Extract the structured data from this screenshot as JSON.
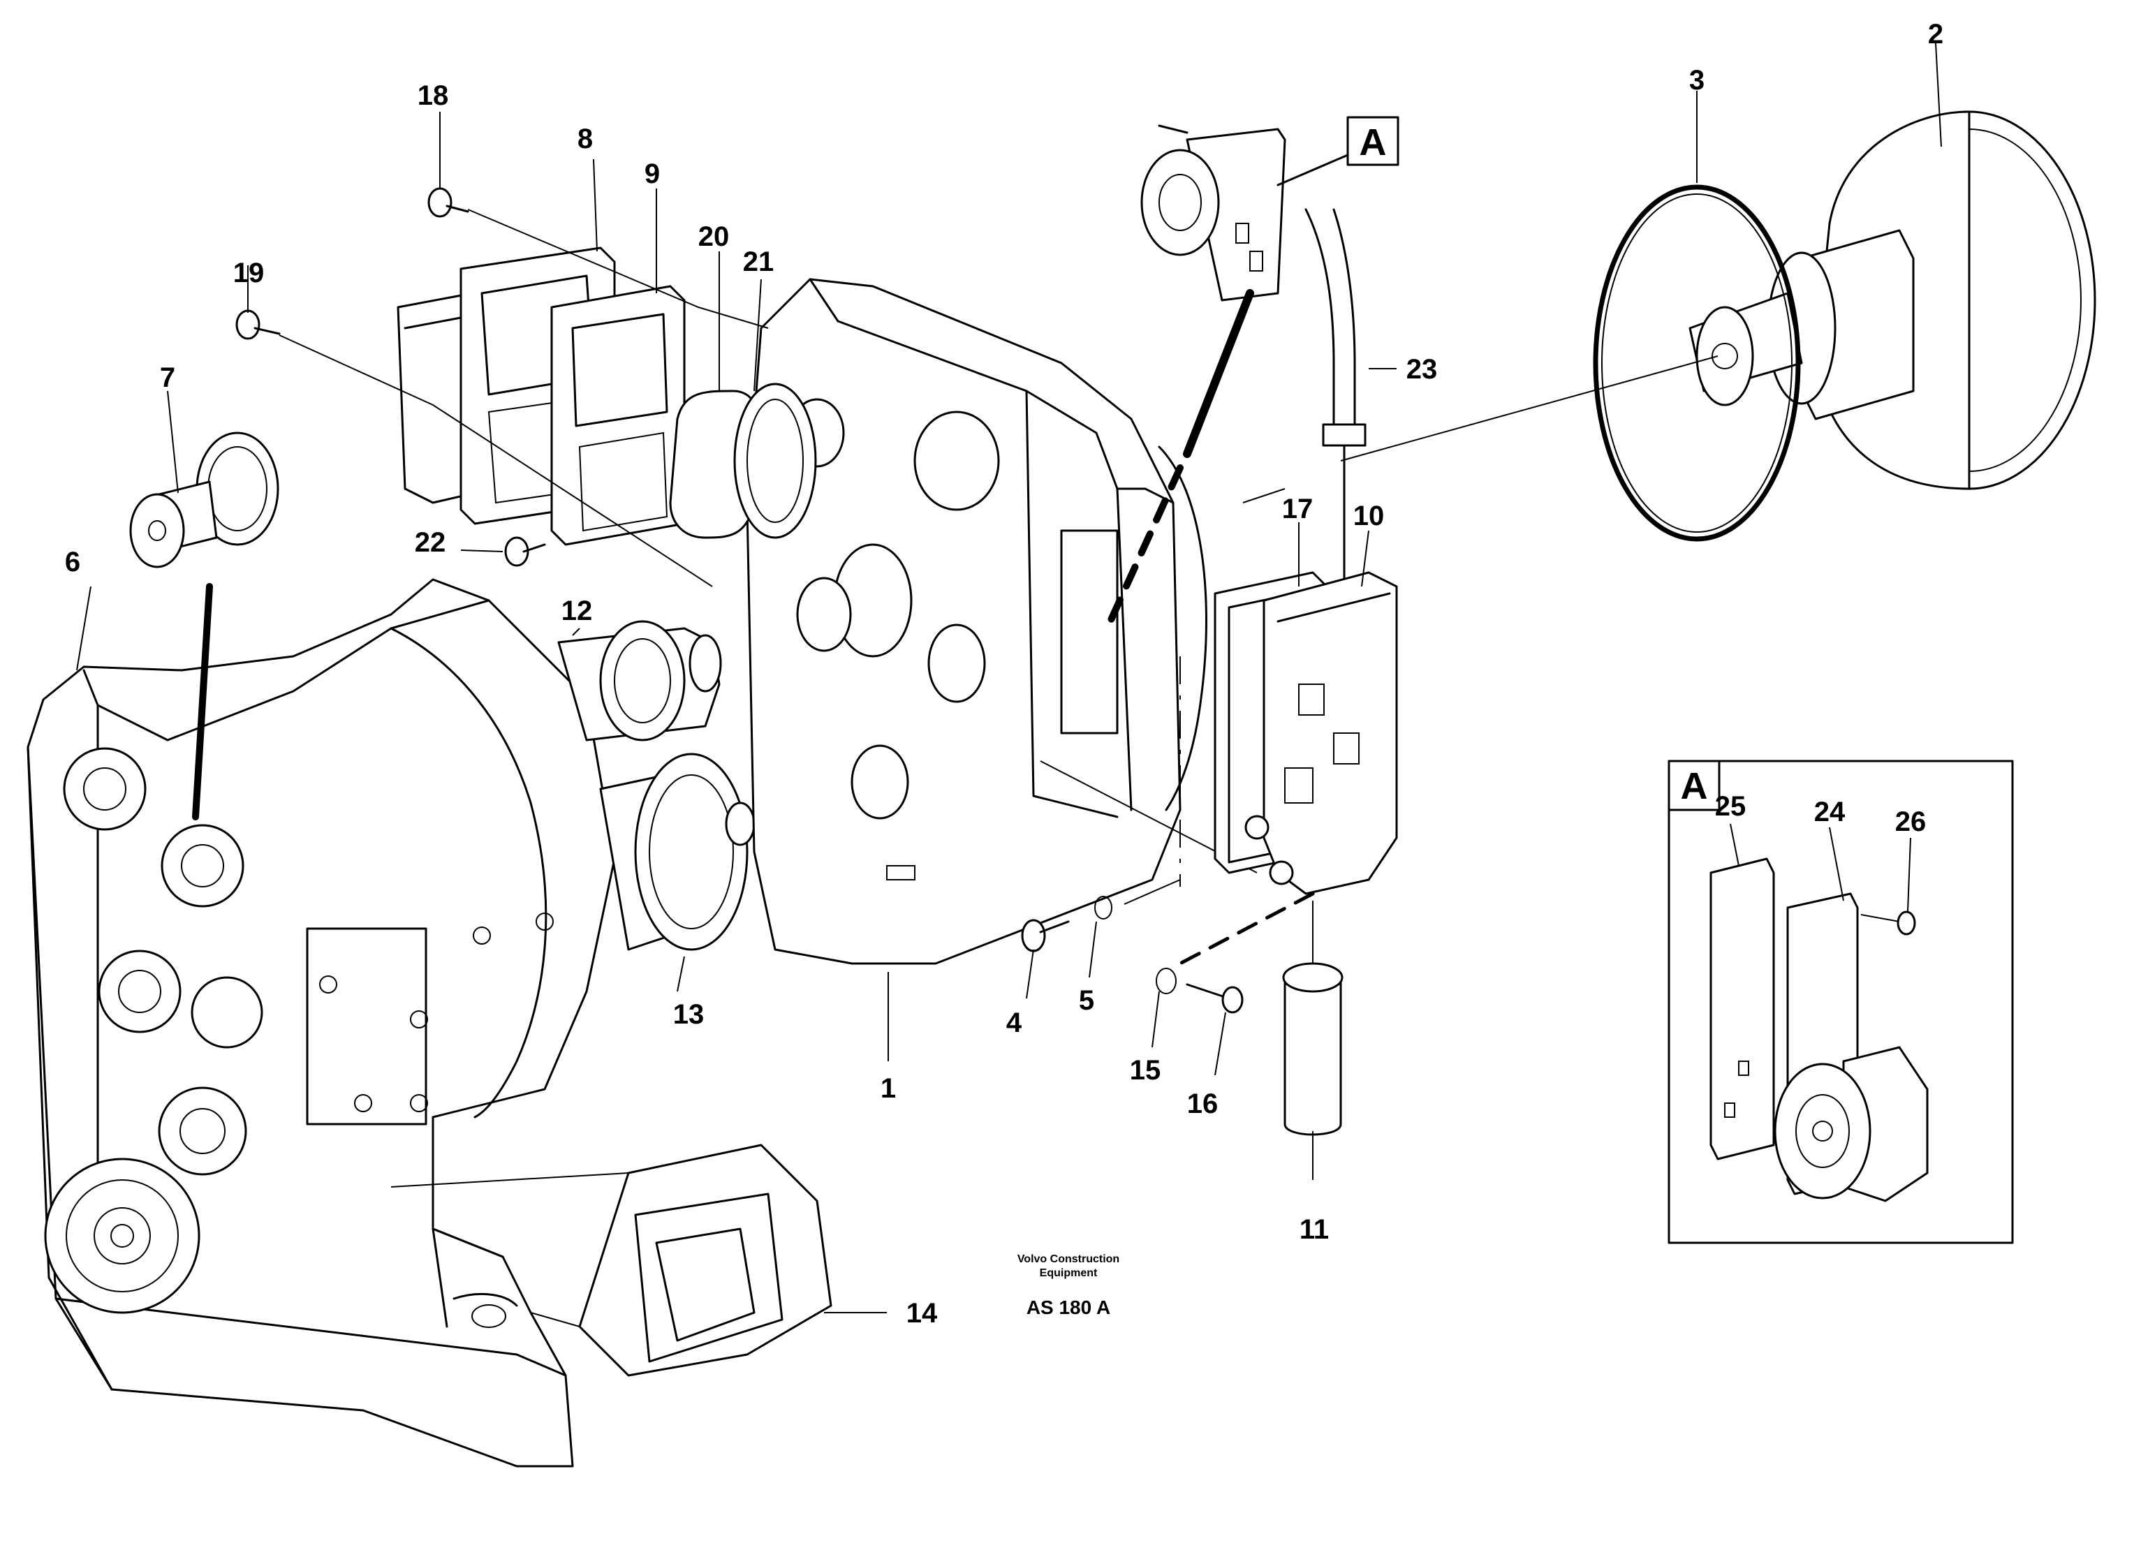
{
  "labels": {
    "p1": "1",
    "p2": "2",
    "p3": "3",
    "p4": "4",
    "p5": "5",
    "p6": "6",
    "p7": "7",
    "p8": "8",
    "p9": "9",
    "p10": "10",
    "p11": "11",
    "p12": "12",
    "p13": "13",
    "p14": "14",
    "p15": "15",
    "p16": "16",
    "p17": "17",
    "p18": "18",
    "p19": "19",
    "p20": "20",
    "p21": "21",
    "p22": "22",
    "p23": "23",
    "p24": "24",
    "p25": "25",
    "p26": "26"
  },
  "callout_a": "A",
  "detail_a": "A",
  "credit_line1": "Volvo Construction",
  "credit_line2": "Equipment",
  "figure_code": "AS 180 A"
}
